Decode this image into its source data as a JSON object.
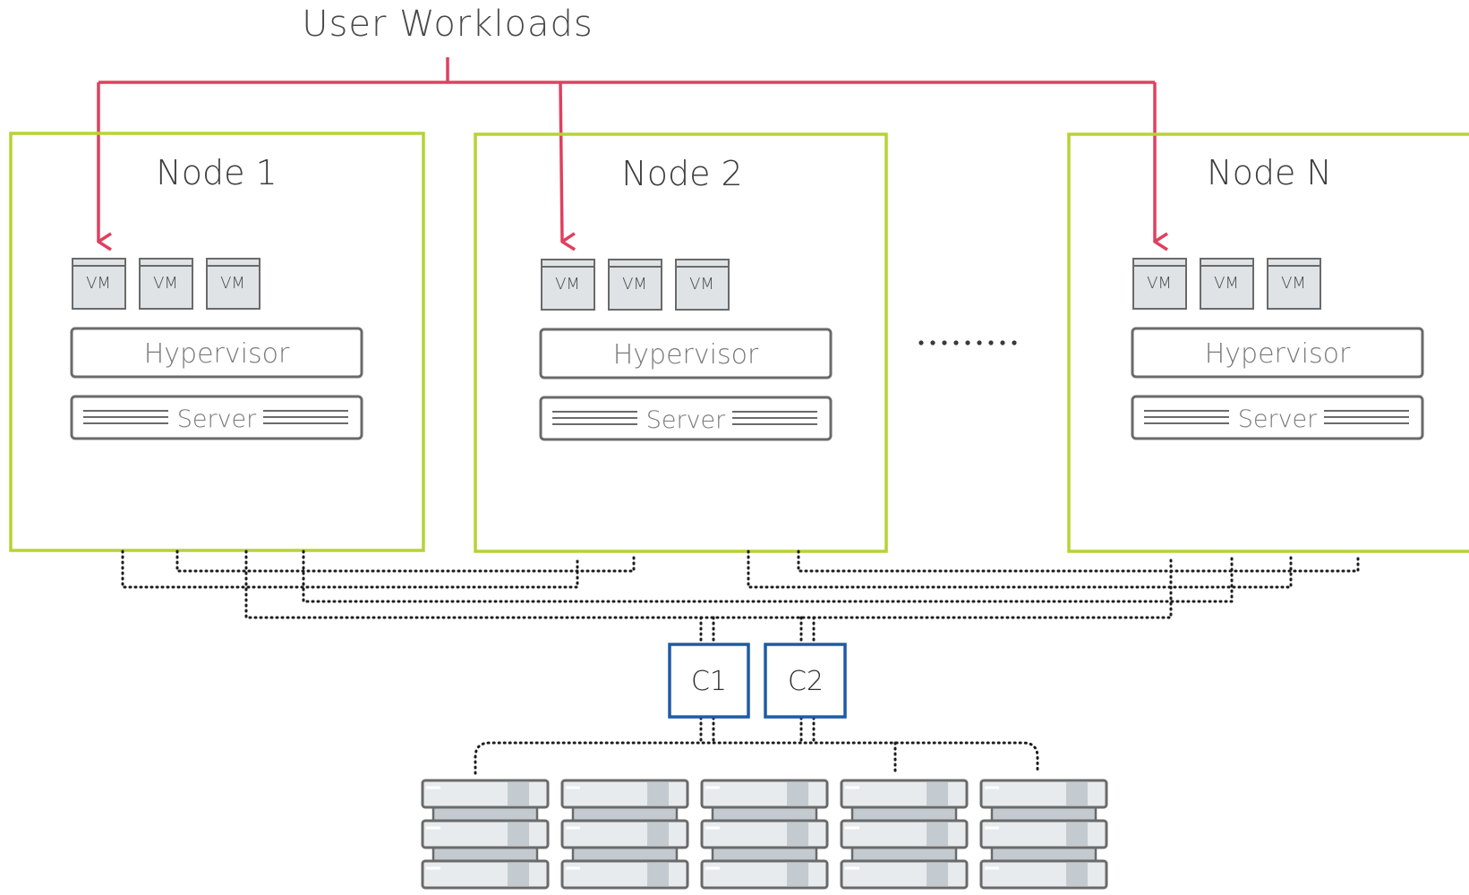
{
  "diagram": {
    "title": "User Workloads",
    "nodes": [
      {
        "title": "Node 1",
        "vms": [
          "VM",
          "VM",
          "VM"
        ],
        "hypervisor": "Hypervisor",
        "server": "Server"
      },
      {
        "title": "Node 2",
        "vms": [
          "VM",
          "VM",
          "VM"
        ],
        "hypervisor": "Hypervisor",
        "server": "Server"
      },
      {
        "title": "Node N",
        "vms": [
          "VM",
          "VM",
          "VM"
        ],
        "hypervisor": "Hypervisor",
        "server": "Server"
      }
    ],
    "controllers": [
      "C1",
      "C2"
    ],
    "storage_units": 5,
    "colors": {
      "node_border": "#b5d334",
      "workload_arrow": "#e0405e",
      "controller_border": "#1f5aa6",
      "box_border": "#6a6a6a",
      "vm_fill": "#dfe3e6",
      "storage_fill": "#e7ebee",
      "storage_accent": "#c4cbd0"
    }
  }
}
